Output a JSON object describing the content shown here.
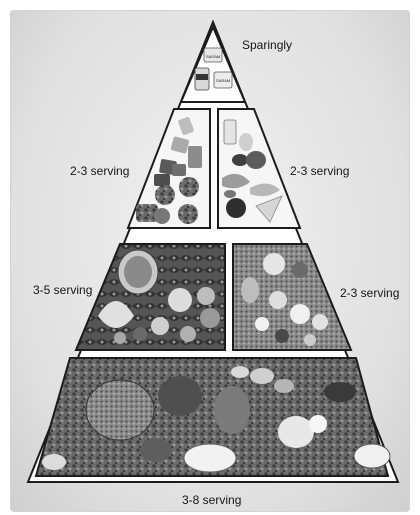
{
  "pyramid": {
    "tiers": [
      {
        "id": "top",
        "label": "Sparingly"
      },
      {
        "id": "tier2-left",
        "label": "2-3 serving"
      },
      {
        "id": "tier2-right",
        "label": "2-3 serving"
      },
      {
        "id": "tier3-left",
        "label": "3-5 serving"
      },
      {
        "id": "tier3-right",
        "label": "2-3 serving"
      },
      {
        "id": "base",
        "label": "3-8 serving"
      }
    ],
    "package_text": [
      "SARAM",
      "SARAM"
    ]
  }
}
